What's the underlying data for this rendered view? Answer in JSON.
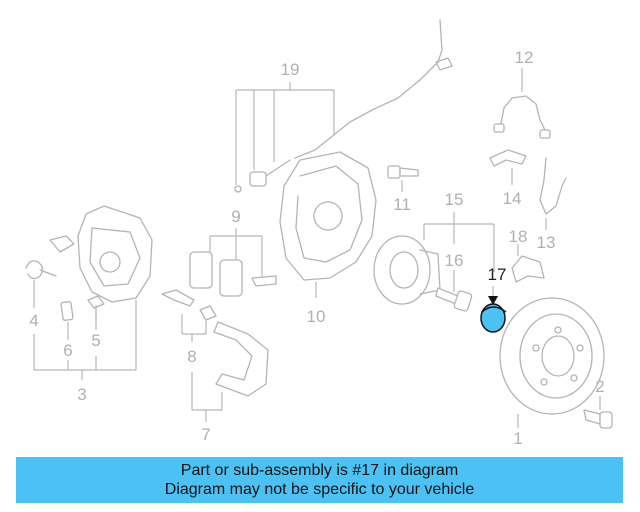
{
  "diagram": {
    "labels": {
      "p1": "1",
      "p2": "2",
      "p3": "3",
      "p4": "4",
      "p5": "5",
      "p6": "6",
      "p7": "7",
      "p8": "8",
      "p9": "9",
      "p10": "10",
      "p11": "11",
      "p12": "12",
      "p13": "13",
      "p14": "14",
      "p15": "15",
      "p16": "16",
      "p17": "17",
      "p18": "18",
      "p19": "19"
    },
    "highlighted_part": "17",
    "colors": {
      "highlight": "#4cc2f4",
      "line": "#b4b4b4",
      "banner": "#4cc2f4"
    }
  },
  "banner": {
    "line1": "Part or sub-assembly is #17 in diagram",
    "line2": "Diagram may not be specific to your vehicle"
  }
}
